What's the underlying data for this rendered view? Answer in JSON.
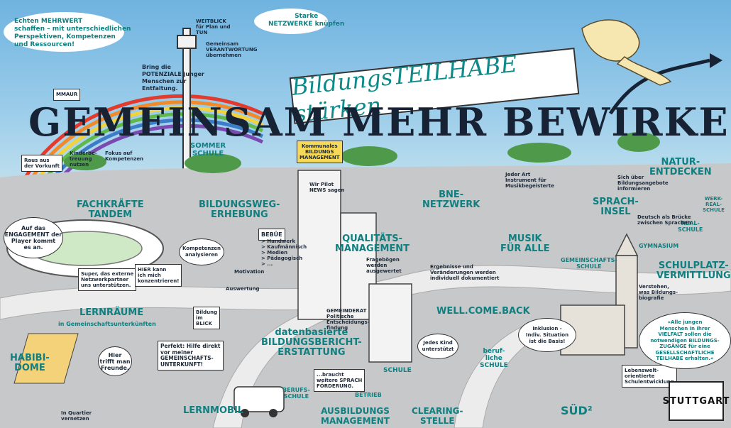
{
  "title": {
    "banner": "BildungsTEILHABE stärken",
    "main": "GEMEINSAM MEHR BEWIRKEN"
  },
  "sky_notes": {
    "top_left": "Echten MEHRWERT\nschaffen – mit unterschiedlichen\nPerspektiven, Kompetenzen\nund Ressourcen!",
    "cloud": "Starke\nNETZWERKE knüpfen",
    "tower_1": "WEITBLICK\nfür Plan und\nTUN",
    "tower_2": "Gemeinsam\nVERANTWORTUNG\nübernehmen",
    "rainbow": "Bring die\nPOTENZIALE junger\nMenschen zur\nEntfaltung.",
    "mbox": "MMAUR"
  },
  "labels": {
    "fachkraefte": "FACHKRÄFTE\nTANDEM",
    "sommerschule": "SOMMER\nSCHULE",
    "bildungsweg": "BILDUNGSWEG-\nERHEBUNG",
    "kommunales": "Kommunales\nBILDUNGS\nMANAGEMENT",
    "bne": "BNE-\nNETZWERK",
    "musik": "MUSIK\nFÜR ALLE",
    "sprachinsel": "SPRACH-\nINSEL",
    "natur": "NATUR-\nENTDECKEN",
    "qualitaet": "QUALITÄTS-\nMANAGEMENT",
    "lernraeume": "LERNRÄUME",
    "lernraeume_sub": "in Gemeinschaftsunterkünften",
    "datenbasiert": "datenbasierte\nBILDUNGSBERICHT-\nERSTATTUNG",
    "welcome": "WELL.COME.BACK",
    "schulplatz": "SCHULPLATZ-\nVERMITTLUNG",
    "habibi": "HABIBI-\nDOME",
    "lernmobil": "LERNMOBIL",
    "ausbildung": "AUSBILDUNGS\nMANAGEMENT",
    "clearing": "CLEARING-\nSTELLE",
    "sued": "SÜD²",
    "gymnasium": "GYMNASIUM",
    "gemeinschaft": "GEMEINSCHAFTS-\nSCHULE",
    "werkreal": "WERK-\nREAL-\nSCHULE",
    "realschule": "REAL-\nSCHULE",
    "schule": "SCHULE",
    "beruf": "beruf-\nliche\nSCHULE",
    "berufsschule": "BERUFS-\nSCHULE",
    "betrieb": "BETRIEB",
    "bebue": "BEBÜE"
  },
  "notes": {
    "fachkraefte_a": "Raus aus\nder Vorkunft",
    "fachkraefte_b": "Kinderbe-\ntreuung\nnutzen",
    "fachkraefte_c": "Fokus auf\nKompetenzen",
    "engagement": "Auf das\nENGAGEMENT der\nPlayer kommt\nes an.",
    "lernraeume_a": "Super, das externe\nNetzwerkpartner\nuns unterstützen.",
    "lernraeume_b": "HIER kann\nich mich\nkonzentrieren!",
    "habibi_a": "Hier\ntrifft man\nFreunde.",
    "habibi_b": "In Quartier\nvernetzen",
    "lernmobil": "Perfekt: Hilfe direkt\nvor meiner\nGEMEINSCHAFTS-\nUNTERKUNFT!",
    "bildung_blick": "Bildung\nim\nBLICK",
    "bebue_list": "> Handwerk\n> Kaufmännisch\n> Medien\n> Pädagogisch\n> ...",
    "kompetenzen": "Kompetenzen\nanalysieren",
    "motivation": "Motivation",
    "auswertung": "Auswertung",
    "news": "Wir Pilot\nNEWS sagen",
    "sprachfoerderung": "...braucht\nweitere SPRACH\nFÖRDERUNG.",
    "jedes_kind": "Jedes Kind\nunterstützt",
    "inklusion": "Inklusion -\nIndiv. Situation\nist die Basis!",
    "lebenswelt": "Lebenswelt-\norientierte\nSchulentwicklung",
    "alle_jungen": "»Alle jungen\nMenschen in ihrer\nVIELFALT sollen die\nnotwendigen BILDUNGS-\nZUGÄNGE für eine\nGESELLSCHAFTLICHE\nTEILHABE erhalten.«",
    "verstehen": "Verstehen,\nwas Bildungs-\nbiografie",
    "gemeinderat": "GEMEINDERAT\nPolitische\nEntscheidungs-\nfindung",
    "deutsch": "Deutsch als Brücke\nzwischen Sprachen",
    "ergebnisse": "Ergebnisse und\nVeränderungen werden\nindividuell dokumentiert",
    "sicher": "Sich über\nBildungsangebote\ninformieren",
    "musik_note": "Jeder Art\nInstrument für\nMusikbegeisterte",
    "fragebogen": "Fragebögen\nwerden\nausgewertet"
  },
  "logo": "STUTTGART"
}
